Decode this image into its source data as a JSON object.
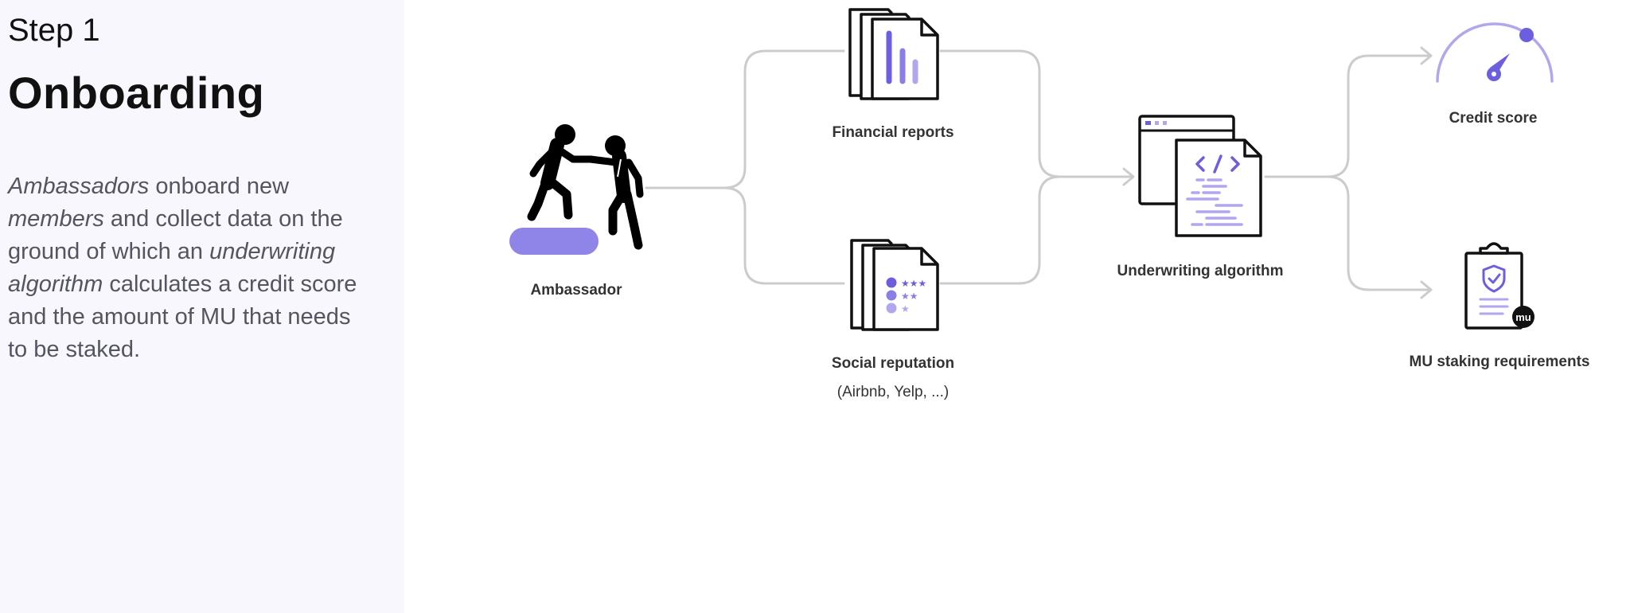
{
  "sidebar": {
    "step_label": "Step 1",
    "title": "Onboarding",
    "description": {
      "t1": "Ambassadors",
      "t2": " onboard new ",
      "t3": "members",
      "t4": " and collect data on the ground of which an ",
      "t5": "underwriting algorithm",
      "t6": " calculates a credit score and the amount of MU that needs to be staked."
    }
  },
  "diagram": {
    "ambassador": "Ambassador",
    "financial_reports": "Financial reports",
    "social_reputation": "Social reputation",
    "social_reputation_sub": "(Airbnb, Yelp, ...)",
    "underwriting": "Underwriting algorithm",
    "credit_score": "Credit score",
    "mu_staking": "MU staking requirements",
    "mu_badge": "mu"
  },
  "colors": {
    "accent_purple": "#6b5fe0",
    "light_purple": "#b3a6ef",
    "platform_purple": "#8f85e8",
    "connector_gray": "#cccccc",
    "sidebar_bg": "#f7f7fd"
  }
}
